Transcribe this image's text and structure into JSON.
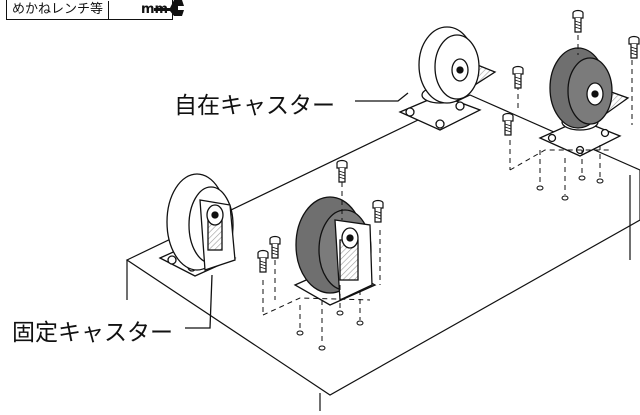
{
  "tool_label": "めかねレンチ等",
  "tool_unit": "mm",
  "swivel_caster_label": "自在キャスター",
  "fixed_caster_label": "固定キャスター",
  "colors": {
    "line": "#111111",
    "wheel_gray": "#6f6f6f",
    "wheel_light": "#f2f2f2",
    "hatch": "#9a9a9a"
  },
  "icons": [
    "wrench-icon",
    "bolt-icon",
    "caster-icon"
  ]
}
